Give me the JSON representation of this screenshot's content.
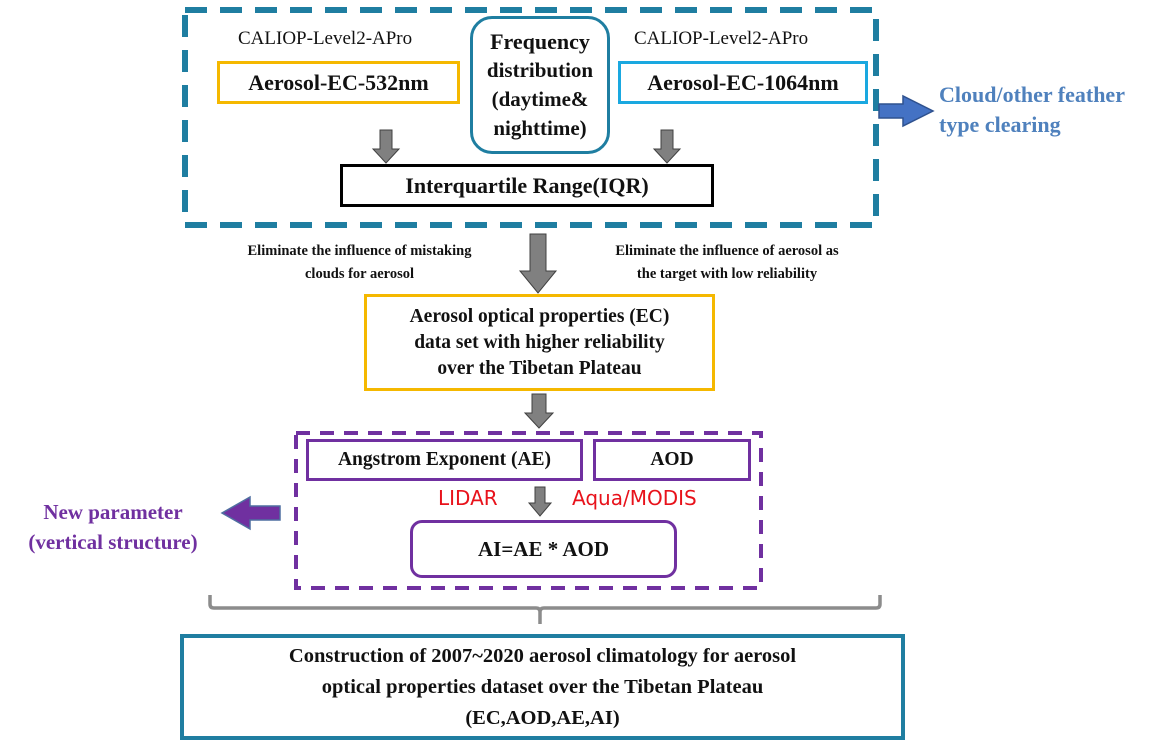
{
  "colors": {
    "teal_dashed": "#1f7ea1",
    "gold": "#f5b800",
    "light_blue": "#1aa8e0",
    "purple": "#7030a0",
    "gray_arrow": "#808080",
    "blue_arrow": "#4472c4",
    "blue_text": "#4f81bd",
    "red_text": "#e8121b",
    "bracket": "#8c8c8c"
  },
  "top_section": {
    "source_left": "CALIOP-Level2-APro",
    "source_right": "CALIOP-Level2-APro",
    "box_532": "Aerosol-EC-532nm",
    "box_1064": "Aerosol-EC-1064nm",
    "frequency_box": [
      "Frequency",
      "distribution",
      "(daytime&",
      "nighttime)"
    ],
    "iqr_box": "Interquartile Range(IQR)"
  },
  "side_note_right": [
    "Cloud/other feather",
    "type clearing"
  ],
  "eliminate_notes": {
    "left": [
      "Eliminate  the influence  of mistaking",
      "clouds  for aerosol"
    ],
    "right": [
      "Eliminate  the influence  of aerosol as",
      "the target with  low reliability"
    ]
  },
  "dataset_box": [
    "Aerosol optical properties (EC)",
    "data set with  higher reliability",
    "over the Tibetan Plateau"
  ],
  "parameter_section": {
    "ae_box": "Angstrom Exponent (AE)",
    "aod_box": "AOD",
    "lidar_label": "LIDAR",
    "modis_label": "Aqua/MODIS",
    "ai_box": "AI=AE  * AOD"
  },
  "side_note_left": [
    "New parameter",
    "(vertical structure)"
  ],
  "final_box": [
    "Construction of 2007~2020 aerosol climatology for aerosol",
    "optical properties dataset over the Tibetan Plateau",
    "(EC,AOD,AE,AI)"
  ]
}
